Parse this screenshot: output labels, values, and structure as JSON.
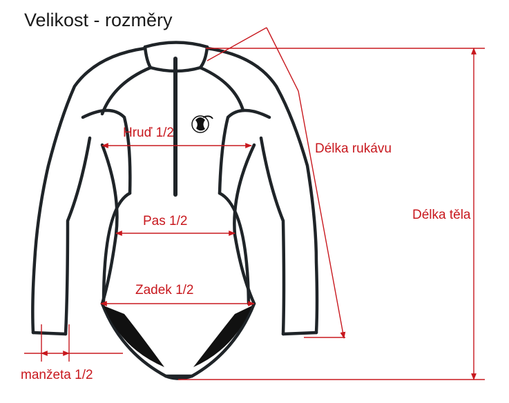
{
  "title": "Velikost - rozměry",
  "labels": {
    "chest": "Hruď 1/2",
    "waist": "Pas 1/2",
    "hip": "Zadek 1/2",
    "sleeve": "Délka rukávu",
    "body": "Délka těla",
    "cuff": "manžeta 1/2"
  },
  "colors": {
    "outline": "#1f2428",
    "measure": "#c8181e",
    "fill_dark": "#111111"
  },
  "icons": [
    "brand-logo-icon"
  ]
}
